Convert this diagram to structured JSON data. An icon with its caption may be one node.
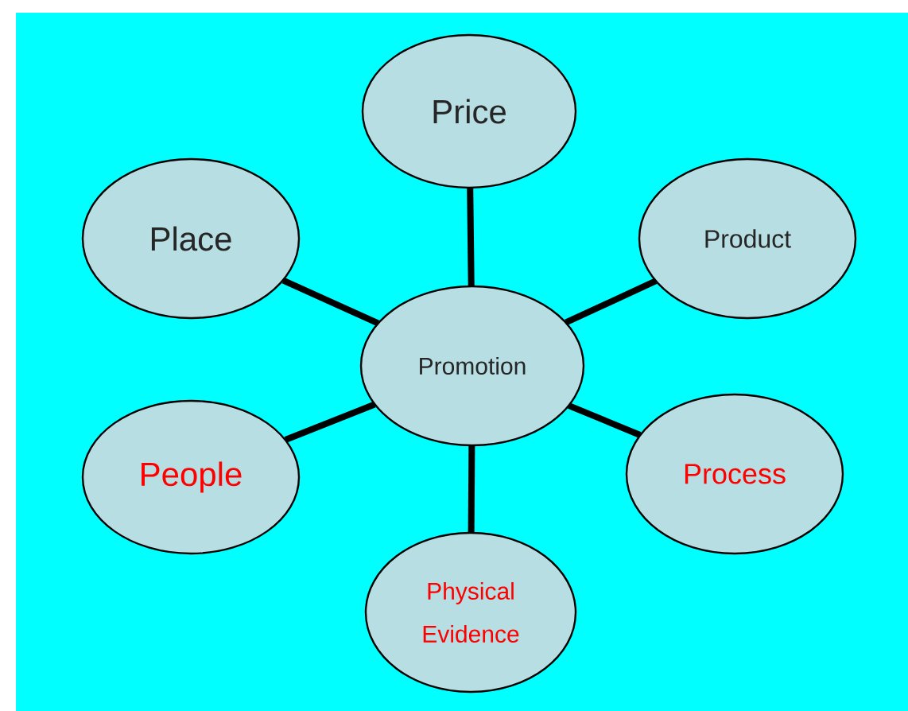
{
  "diagram": {
    "nodes": [
      {
        "text": [
          "Price"
        ]
      },
      {
        "text": [
          "Place"
        ]
      },
      {
        "text": [
          "Product"
        ]
      },
      {
        "text": [
          "Promotion"
        ]
      },
      {
        "text": [
          "People"
        ]
      },
      {
        "text": [
          "Process"
        ]
      },
      {
        "text": [
          "Physical Evidence"
        ]
      }
    ],
    "edges": [
      {
        "from": 3,
        "to": 0,
        "arrow": "none"
      },
      {
        "from": 3,
        "to": 1,
        "arrow": "none"
      },
      {
        "from": 3,
        "to": 2,
        "arrow": "none"
      },
      {
        "from": 3,
        "to": 4,
        "arrow": "none"
      },
      {
        "from": 3,
        "to": 5,
        "arrow": "none"
      },
      {
        "from": 3,
        "to": 6,
        "arrow": "none"
      }
    ]
  }
}
